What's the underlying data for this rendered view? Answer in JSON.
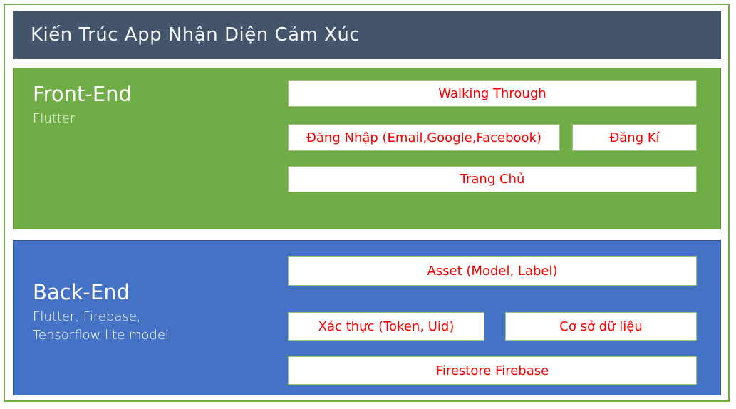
{
  "title": "Kiến Trúc App Nhận Diện Cảm Xúc",
  "colors": {
    "header_bg": "#44546A",
    "frontend_bg": "#70AD47",
    "backend_bg": "#4472C4",
    "frontend_border": "#5a8c39",
    "backend_border": "#2f5597",
    "box_text": "#FF0000",
    "frame_border": "#70AD47",
    "box_border": "#9cc27a"
  },
  "frontend": {
    "label": "Front-End",
    "sublabel": "Flutter",
    "boxes": [
      {
        "label": "Walking Through"
      },
      {
        "label": "Đăng Nhập (Email,Google,Facebook)"
      },
      {
        "label": "Đăng Kí"
      },
      {
        "label": "Trang Chủ"
      }
    ]
  },
  "backend": {
    "label": "Back-End",
    "sublabel_lines": [
      "Flutter, Firebase,",
      "Tensorflow lite model"
    ],
    "boxes": [
      {
        "label": "Asset (Model, Label)"
      },
      {
        "label": "Xác thực (Token, Uid)"
      },
      {
        "label": "Cơ sở dữ liệu"
      },
      {
        "label": "Firestore Firebase"
      }
    ]
  }
}
